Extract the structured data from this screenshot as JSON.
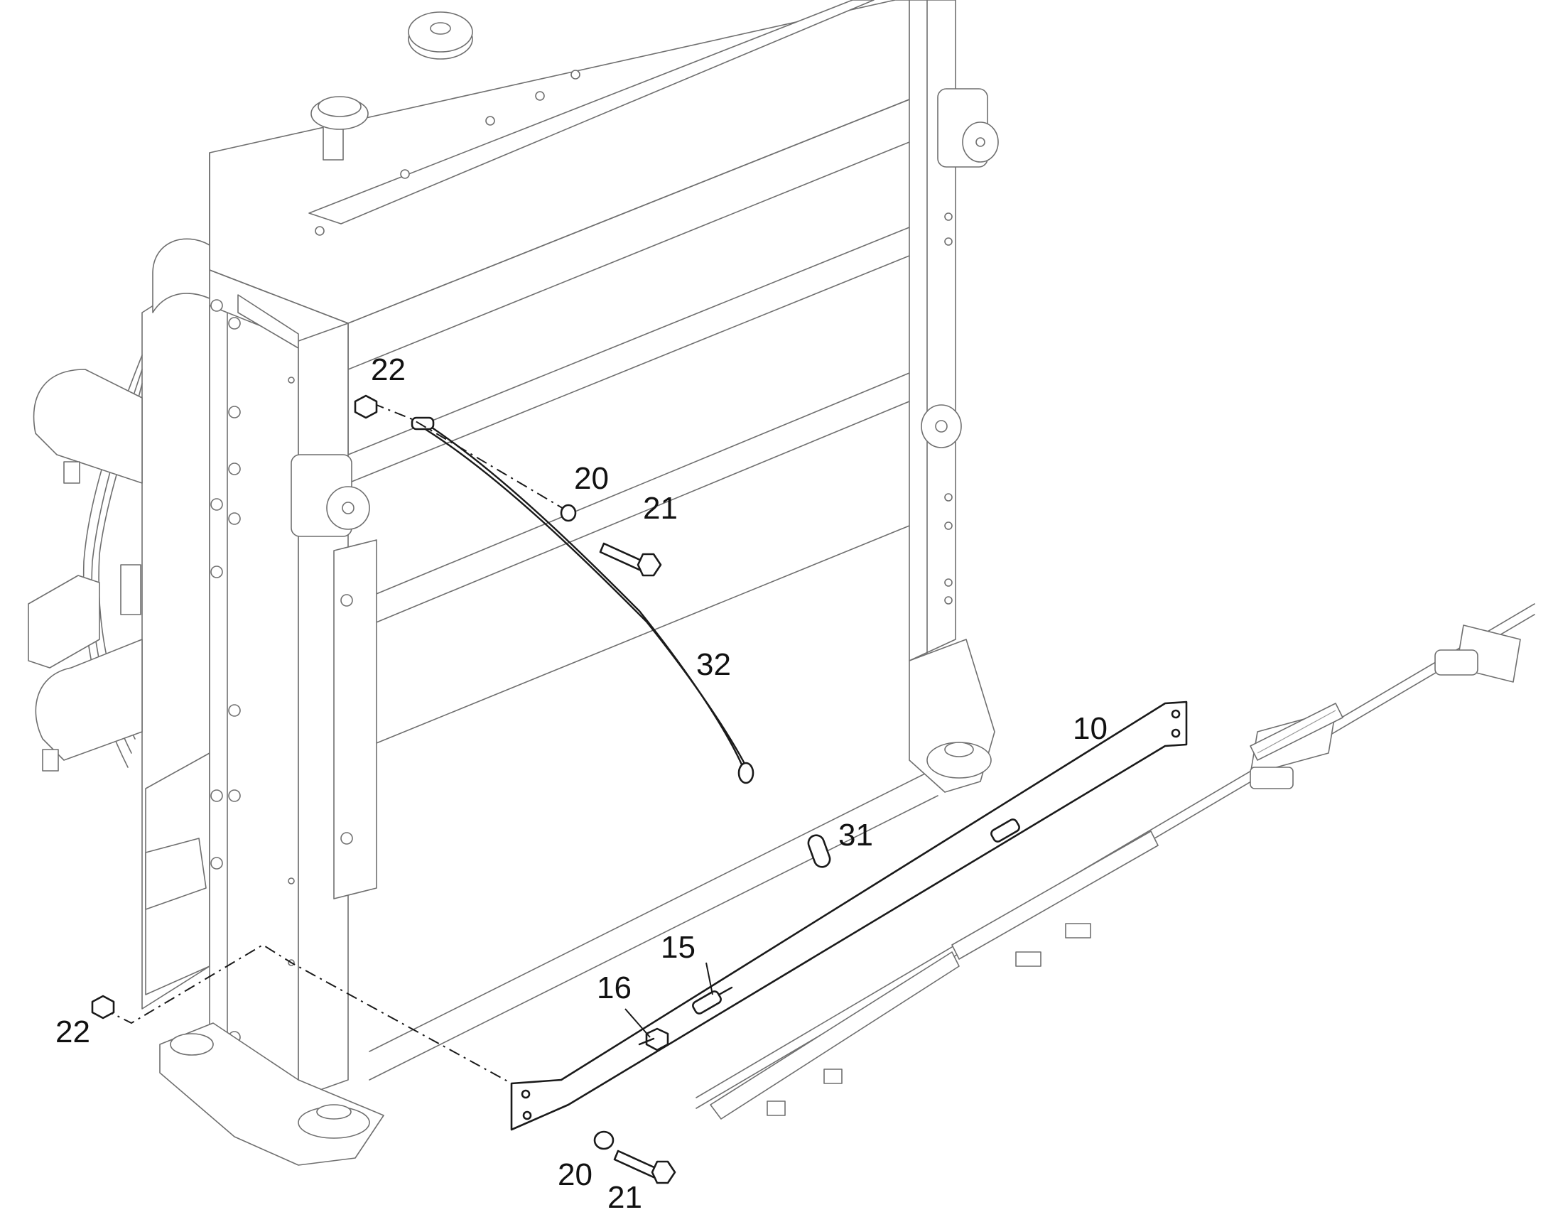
{
  "callouts": {
    "c22_top": "22",
    "c20_top": "20",
    "c21_top": "21",
    "c32": "32",
    "c10": "10",
    "c31": "31",
    "c15": "15",
    "c16": "16",
    "c22_bottom": "22",
    "c20_bottom": "20",
    "c21_bottom": "21"
  }
}
